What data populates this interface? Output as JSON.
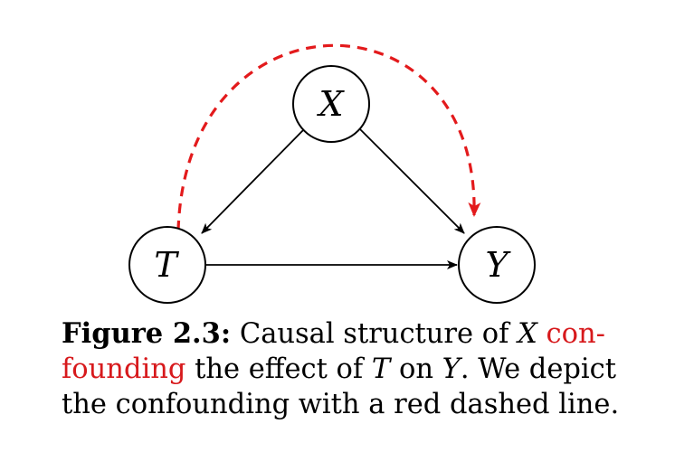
{
  "diagram": {
    "nodes": {
      "x": {
        "label": "X"
      },
      "t": {
        "label": "T"
      },
      "y": {
        "label": "Y"
      }
    },
    "edges": [
      {
        "from": "X",
        "to": "T",
        "style": "solid"
      },
      {
        "from": "X",
        "to": "Y",
        "style": "solid"
      },
      {
        "from": "T",
        "to": "Y",
        "style": "solid"
      },
      {
        "from": "T",
        "to": "Y",
        "style": "dashed",
        "color": "#e31a1c"
      }
    ]
  },
  "caption": {
    "figure_label": "Figure 2.3:",
    "line1_text": "Causal structure of",
    "var_x": "X",
    "line1_red": "con-",
    "line2_red": "founding",
    "line2_mid": "the effect of",
    "var_t": "T",
    "line2_on": "on",
    "var_y": "Y",
    "line2_end": ". We depict",
    "line3": "the confounding with a red dashed line."
  },
  "colors": {
    "confounding": "#e31a1c",
    "ink": "#000000",
    "background": "#ffffff"
  }
}
